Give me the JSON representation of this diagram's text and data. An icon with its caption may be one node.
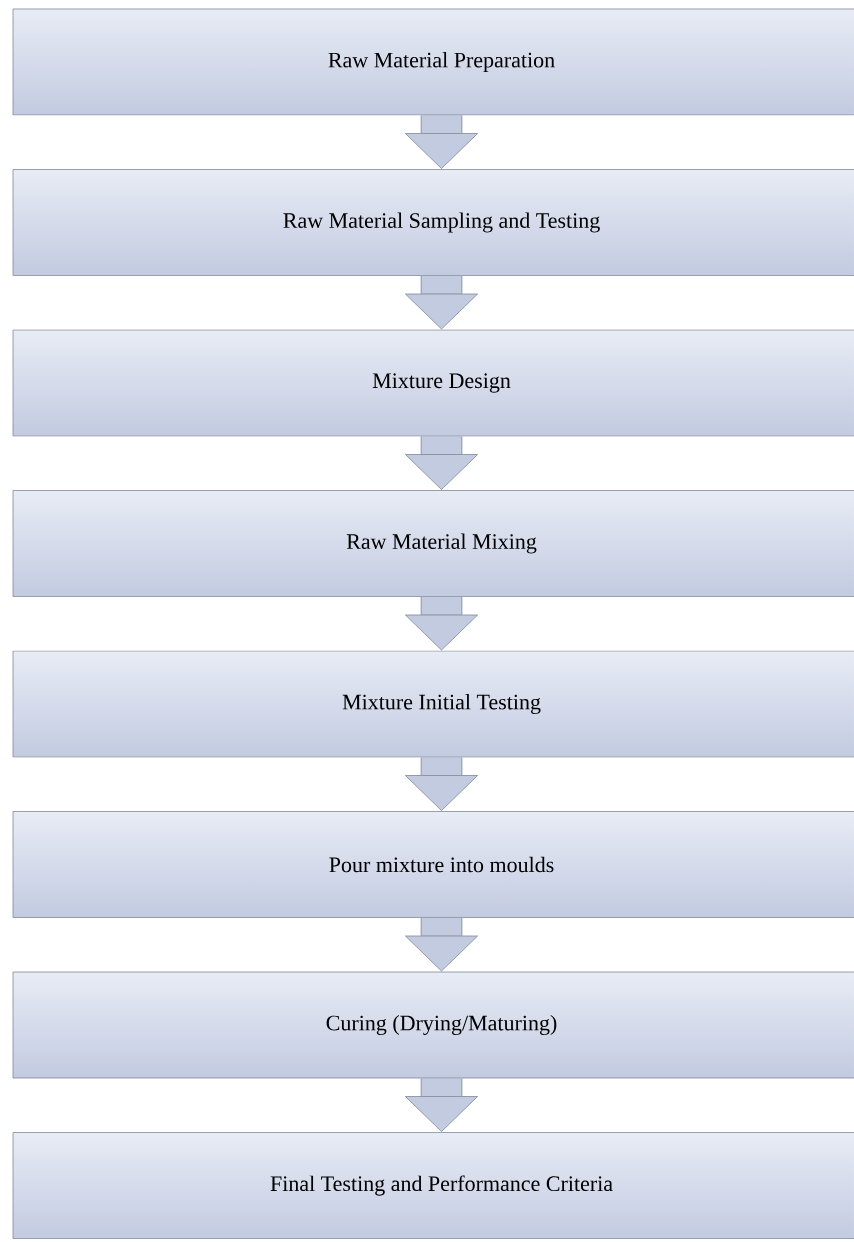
{
  "diagram": {
    "nodes": [
      {
        "text": [
          "Raw Material Preparation"
        ]
      },
      {
        "text": [
          "Raw Material Sampling and Testing"
        ]
      },
      {
        "text": [
          "Mixture Design"
        ]
      },
      {
        "text": [
          "Raw Material Mixing"
        ]
      },
      {
        "text": [
          "Mixture Initial Testing"
        ]
      },
      {
        "text": [
          "Pour mixture into moulds"
        ]
      },
      {
        "text": [
          "Curing (Drying/Maturing)"
        ]
      },
      {
        "text": [
          "Final Testing and Performance Criteria"
        ]
      }
    ],
    "edges": [
      {
        "from": 0,
        "to": 1,
        "arrow": "to"
      },
      {
        "from": 1,
        "to": 2,
        "arrow": "to"
      },
      {
        "from": 2,
        "to": 3,
        "arrow": "to"
      },
      {
        "from": 3,
        "to": 4,
        "arrow": "to"
      },
      {
        "from": 4,
        "to": 5,
        "arrow": "to"
      },
      {
        "from": 5,
        "to": 6,
        "arrow": "to"
      },
      {
        "from": 6,
        "to": 7,
        "arrow": "to"
      }
    ]
  }
}
